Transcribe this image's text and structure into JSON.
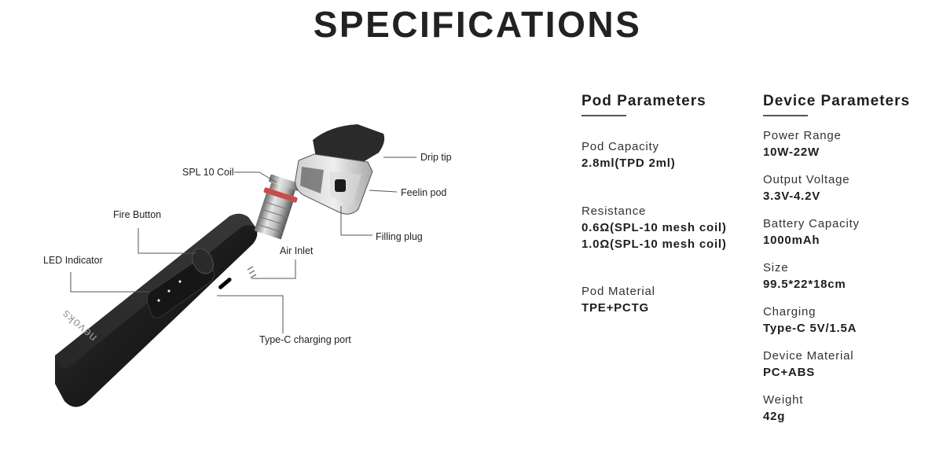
{
  "title": "SPECIFICATIONS",
  "diagram": {
    "brand": "nevoks",
    "callouts": {
      "drip_tip": "Drip tip",
      "spl_coil": "SPL 10 Coil",
      "feelin_pod": "Feelin pod",
      "fire_button": "Fire Button",
      "filling_plug": "Filling plug",
      "air_inlet": "Air Inlet",
      "led_indicator": "LED Indicator",
      "typec_port": "Type-C charging port"
    }
  },
  "pod_parameters": {
    "heading": "Pod Parameters",
    "items": [
      {
        "label": "Pod Capacity",
        "values": [
          "2.8ml(TPD 2ml)"
        ]
      },
      {
        "label": "Resistance",
        "values": [
          "0.6Ω(SPL-10 mesh coil)",
          "1.0Ω(SPL-10 mesh coil)"
        ]
      },
      {
        "label": "Pod Material",
        "values": [
          "TPE+PCTG"
        ]
      }
    ]
  },
  "device_parameters": {
    "heading": "Device Parameters",
    "items": [
      {
        "label": "Power Range",
        "values": [
          "10W-22W"
        ]
      },
      {
        "label": "Output Voltage",
        "values": [
          "3.3V-4.2V"
        ]
      },
      {
        "label": "Battery Capacity",
        "values": [
          "1000mAh"
        ]
      },
      {
        "label": "Size",
        "values": [
          "99.5*22*18cm"
        ]
      },
      {
        "label": "Charging",
        "values": [
          "Type-C 5V/1.5A"
        ]
      },
      {
        "label": "Device Material",
        "values": [
          "PC+ABS"
        ]
      },
      {
        "label": "Weight",
        "values": [
          "42g"
        ]
      }
    ]
  }
}
